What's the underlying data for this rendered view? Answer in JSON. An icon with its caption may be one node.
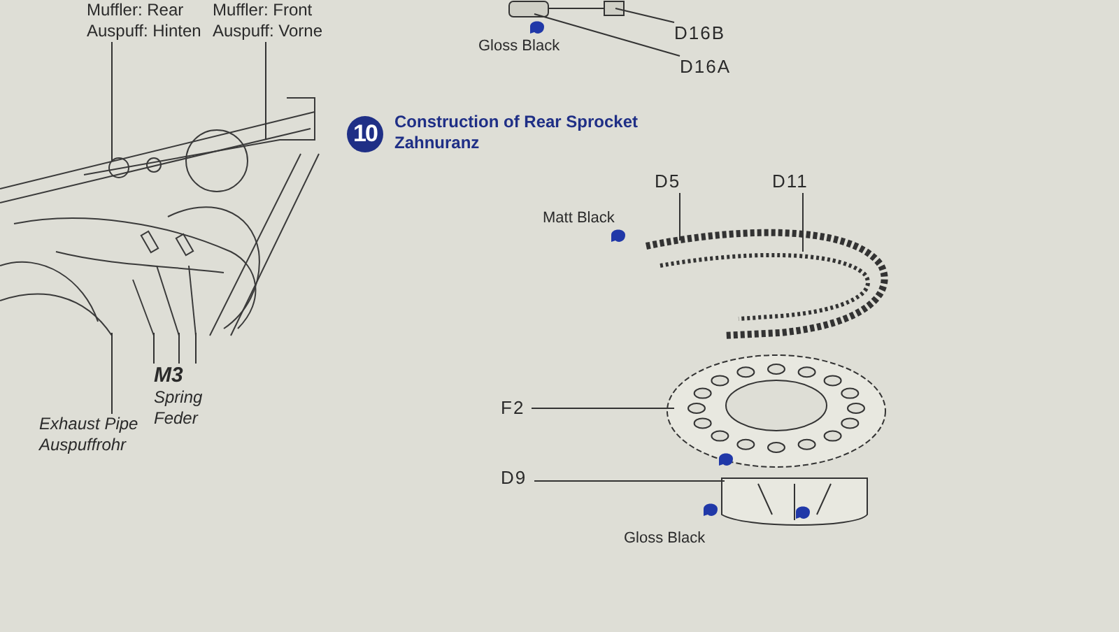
{
  "diagram": {
    "nodes": [
      {
        "text": [
          "Muffler: Rear",
          "Auspuff: Hinten"
        ]
      },
      {
        "text": [
          "Muffler: Front",
          "Auspuff: Vorne"
        ]
      },
      {
        "text": [],
        "shape": "picture"
      },
      {
        "text": [],
        "shape": "picture"
      },
      {
        "text": [
          "D16B"
        ]
      },
      {
        "text": [
          "D16A"
        ]
      },
      {
        "text": [
          "10"
        ],
        "beside": [
          "Construction of Rear Sprocket",
          "Zahnuranz"
        ]
      },
      {
        "text": [
          "D5"
        ]
      },
      {
        "text": [
          "D11"
        ]
      },
      {
        "text": [],
        "shape": "picture"
      },
      {
        "text": [],
        "shape": "picture"
      },
      {
        "text": [],
        "shape": "picture"
      },
      {
        "text": [
          "M3",
          "Spring",
          "Feder"
        ]
      },
      {
        "text": [
          "Exhaust Pipe",
          "Auspuffrohr"
        ]
      },
      {
        "text": [
          "F2"
        ]
      },
      {
        "text": [
          "D9"
        ]
      }
    ],
    "edges": [
      {
        "from": 0,
        "to": 2,
        "arrow": "none"
      },
      {
        "from": 1,
        "to": 2,
        "arrow": "none"
      },
      {
        "from": 4,
        "to": 3,
        "arrow": "none"
      },
      {
        "from": 5,
        "to": 3,
        "arrow": "none"
      },
      {
        "from": 7,
        "to": 9,
        "arrow": "none"
      },
      {
        "from": 8,
        "to": 9,
        "arrow": "none"
      },
      {
        "from": 12,
        "to": 2,
        "arrow": "none"
      },
      {
        "from": 12,
        "to": 2,
        "arrow": "none"
      },
      {
        "from": 12,
        "to": 2,
        "arrow": "none"
      },
      {
        "from": 13,
        "to": 2,
        "arrow": "none"
      },
      {
        "from": 14,
        "to": 10,
        "arrow": "none"
      },
      {
        "from": 15,
        "to": 11,
        "arrow": "none"
      }
    ],
    "labels": [
      "Gloss Black",
      "Matt Black",
      "Gloss Black"
    ]
  }
}
